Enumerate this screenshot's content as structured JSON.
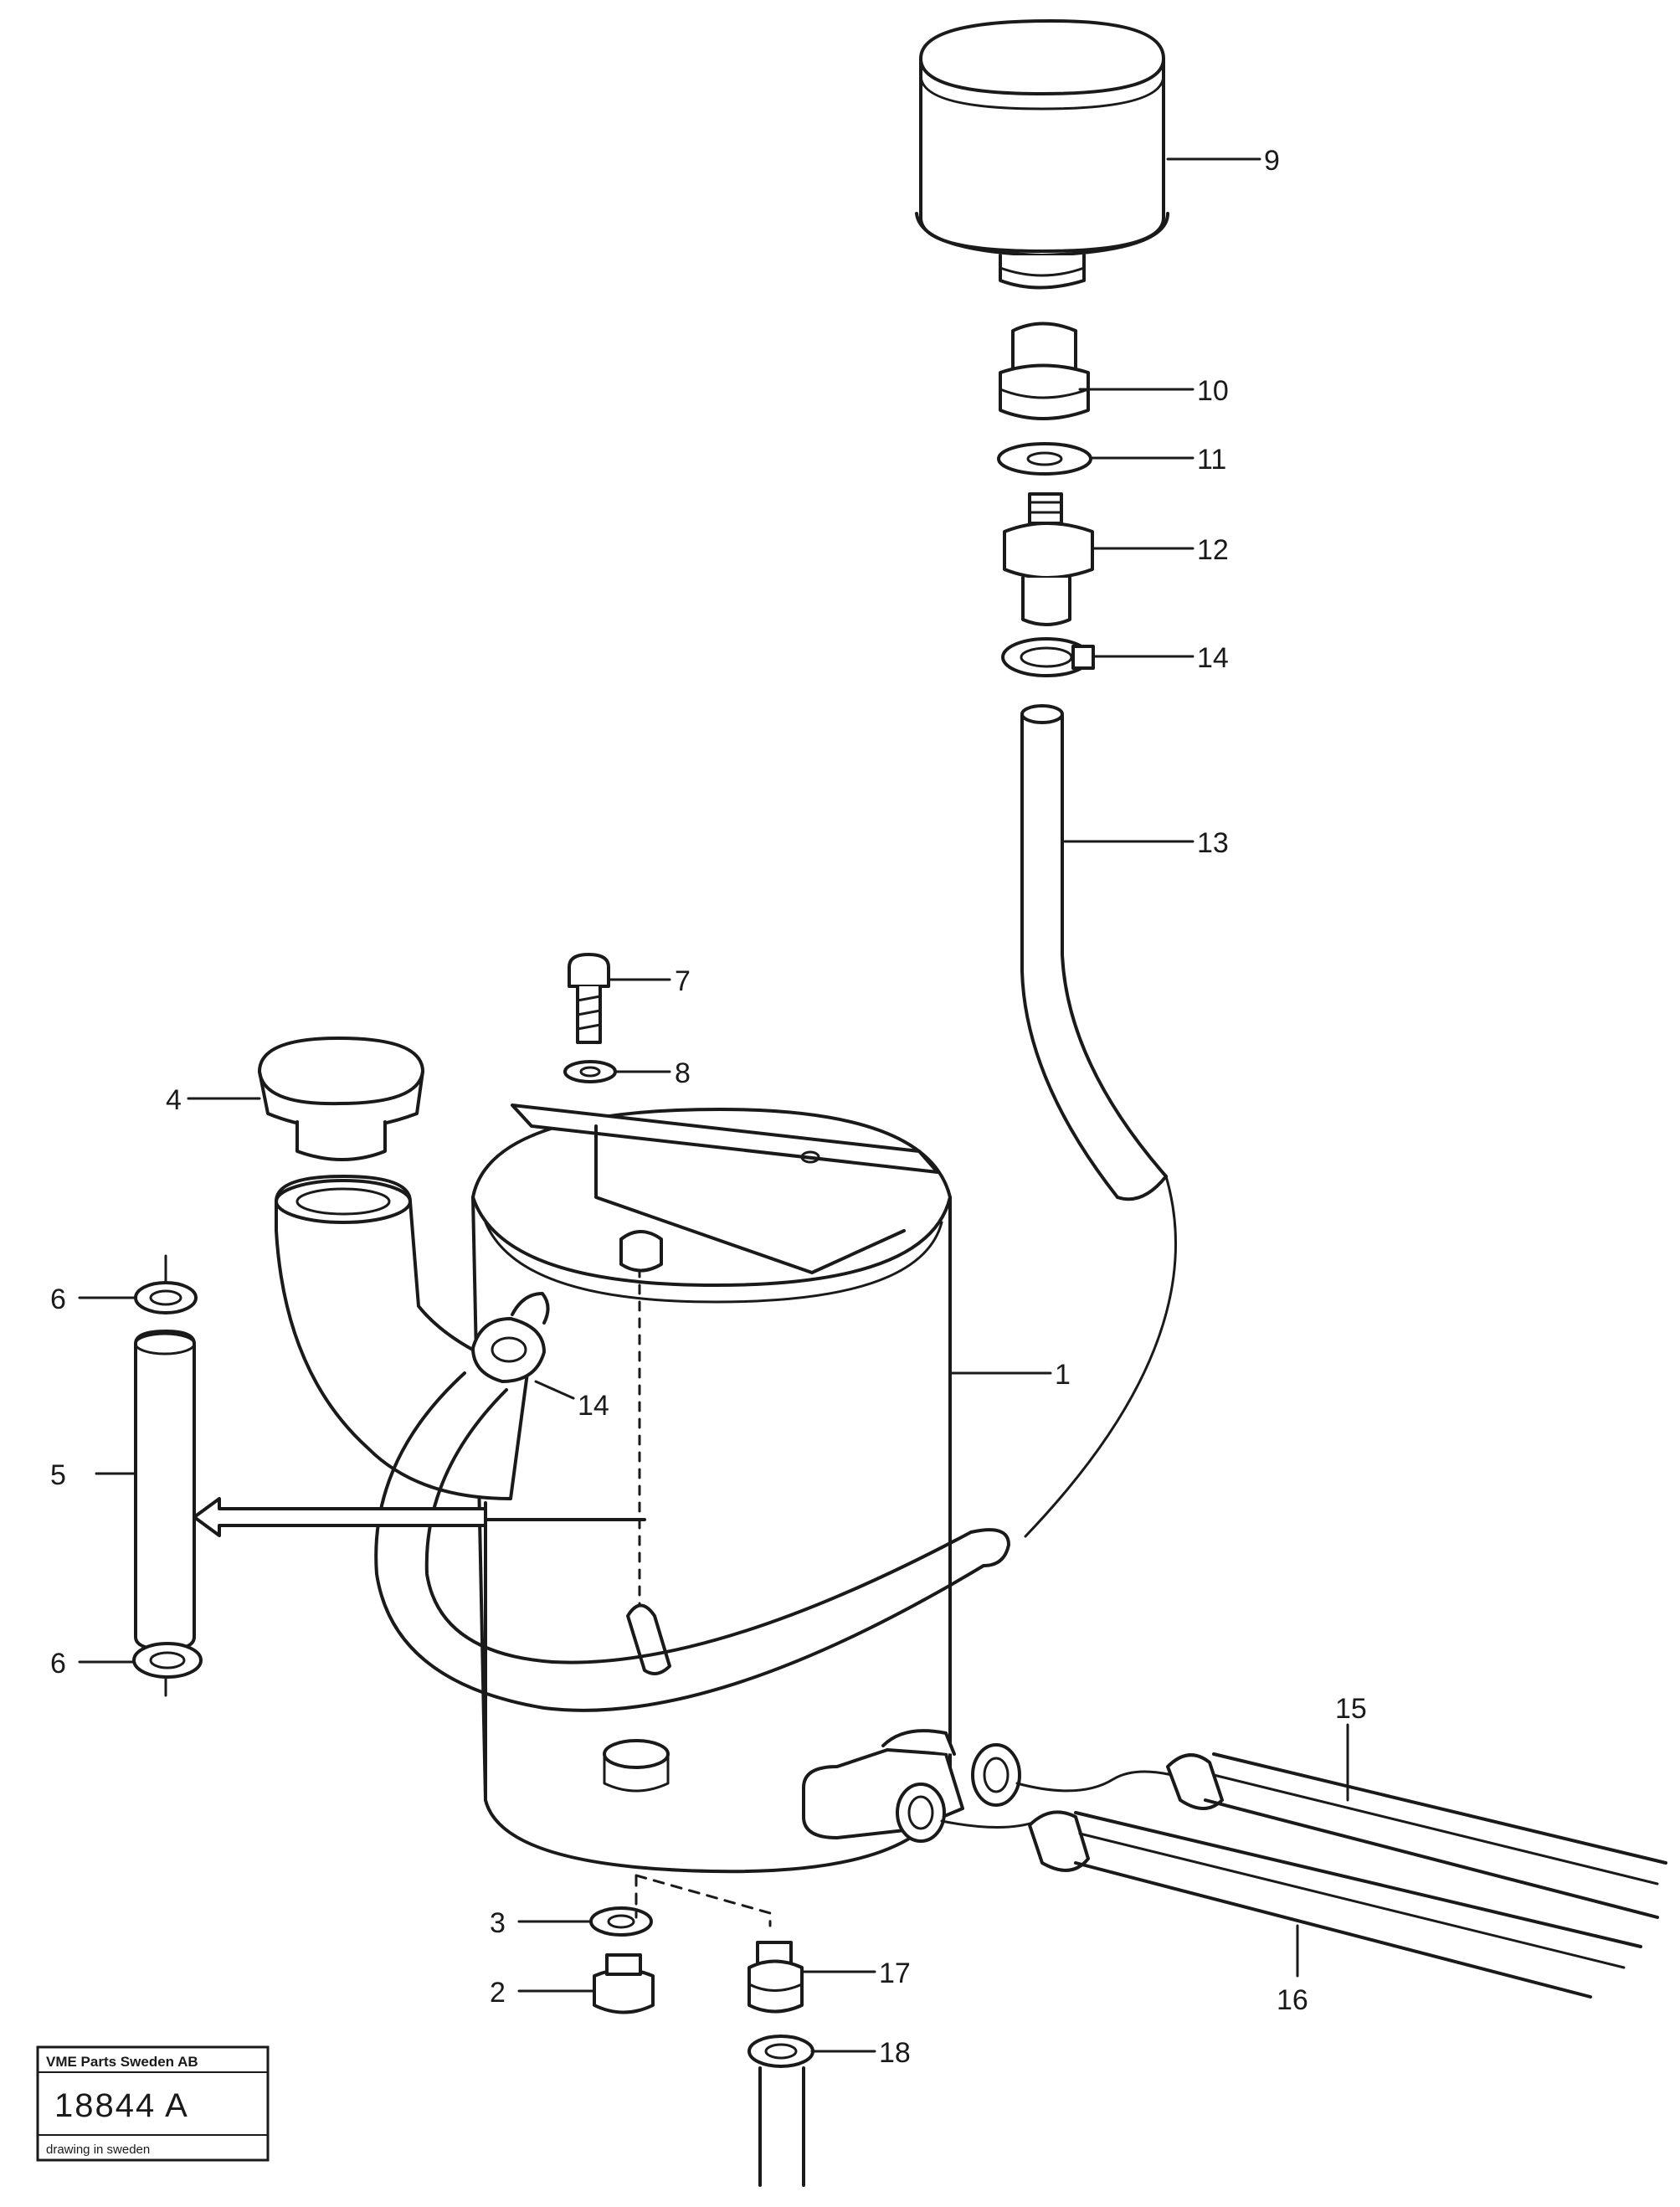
{
  "callouts": {
    "c1": "1",
    "c2": "2",
    "c3": "3",
    "c4": "4",
    "c5": "5",
    "c6a": "6",
    "c6b": "6",
    "c7": "7",
    "c8": "8",
    "c9": "9",
    "c10": "10",
    "c11": "11",
    "c12": "12",
    "c13": "13",
    "c14a": "14",
    "c14b": "14",
    "c15": "15",
    "c16": "16",
    "c17": "17",
    "c18": "18"
  },
  "stamp": {
    "header": "VME Parts Sweden AB",
    "number": "18844 A",
    "footer": "drawing in sweden"
  }
}
